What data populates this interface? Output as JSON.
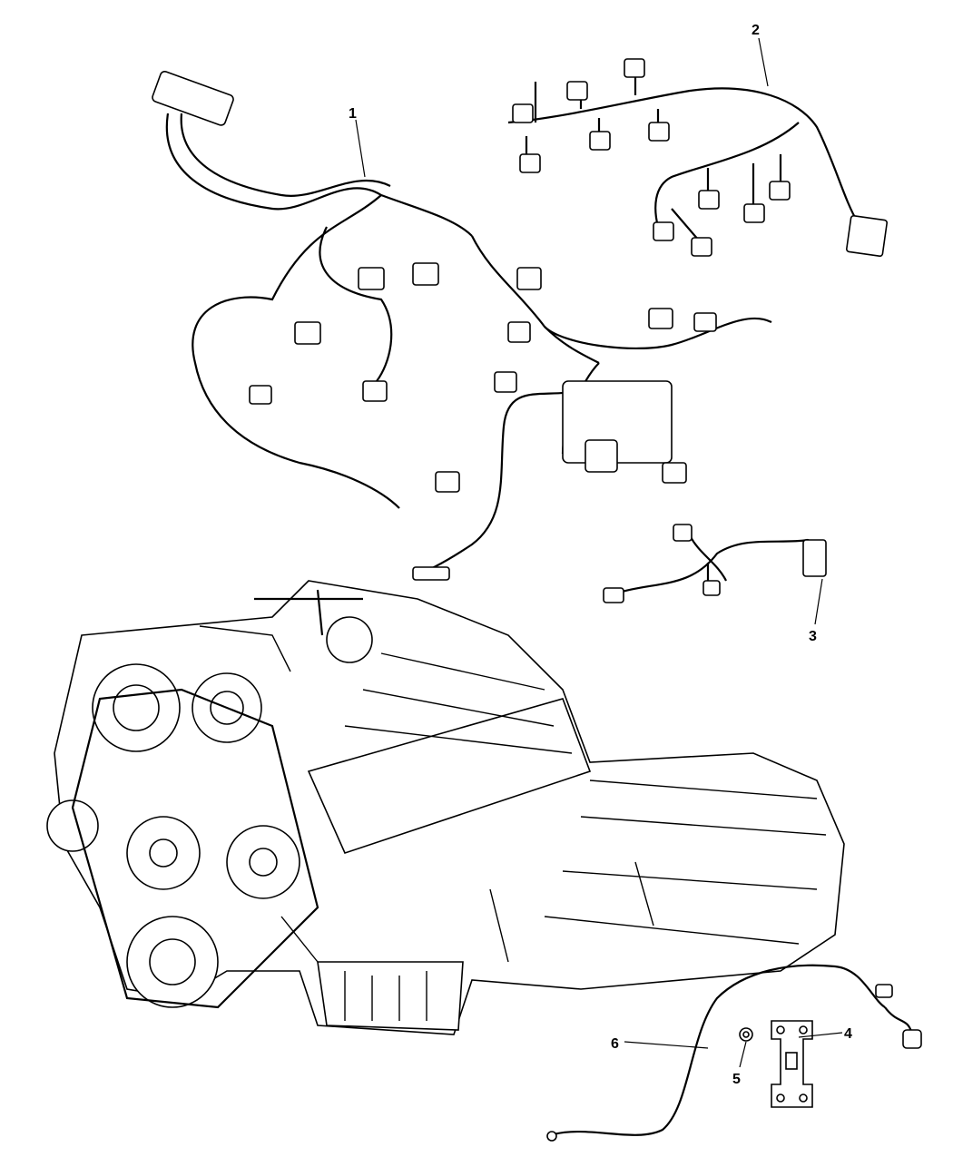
{
  "diagram": {
    "callouts": [
      {
        "id": "1",
        "label": "1",
        "part": "engine-wiring-harness"
      },
      {
        "id": "2",
        "label": "2",
        "part": "injector-wiring-harness"
      },
      {
        "id": "3",
        "label": "3",
        "part": "jumper-wiring-harness"
      },
      {
        "id": "4",
        "label": "4",
        "part": "bracket"
      },
      {
        "id": "5",
        "label": "5",
        "part": "nut"
      },
      {
        "id": "6",
        "label": "6",
        "part": "transmission-wiring-harness"
      }
    ],
    "line_color": "#000000",
    "background": "#ffffff"
  }
}
